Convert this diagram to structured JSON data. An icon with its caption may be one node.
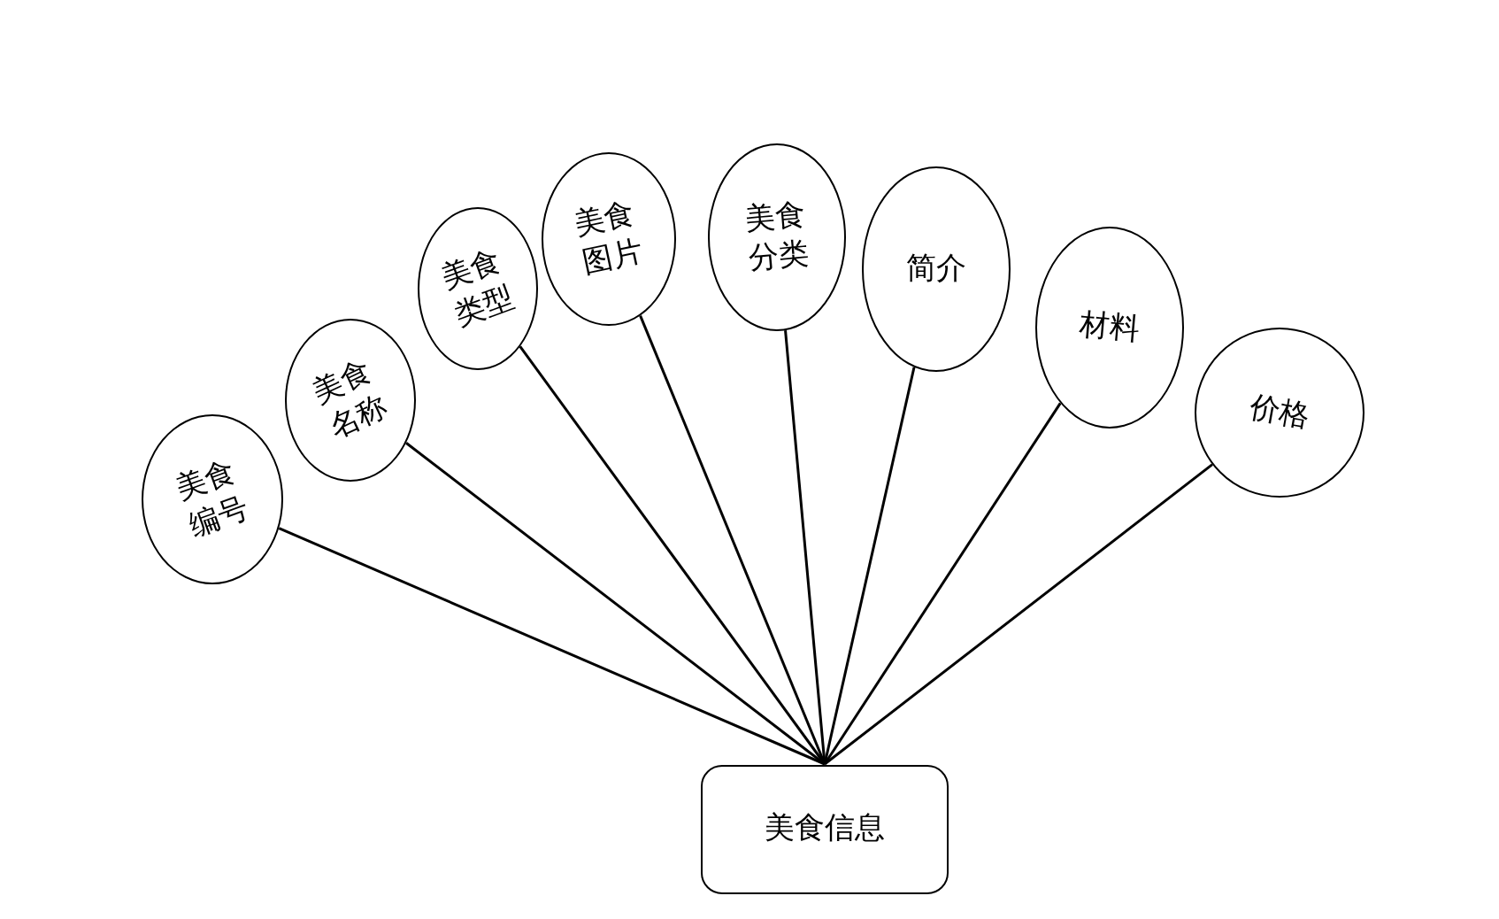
{
  "diagram": {
    "nodes": [
      {
        "text": [
          "美食编号"
        ]
      },
      {
        "text": [
          "美食名称"
        ]
      },
      {
        "text": [
          "美食类型"
        ]
      },
      {
        "text": [
          "美食图片"
        ]
      },
      {
        "text": [
          "美食分类"
        ]
      },
      {
        "text": [
          "简介"
        ]
      },
      {
        "text": [
          "材料"
        ]
      },
      {
        "text": [
          "价格"
        ]
      },
      {
        "text": [
          "美食信息"
        ]
      }
    ],
    "edges": [
      {
        "from": 8,
        "to": 0,
        "arrow": "none"
      },
      {
        "from": 8,
        "to": 1,
        "arrow": "none"
      },
      {
        "from": 8,
        "to": 2,
        "arrow": "none"
      },
      {
        "from": 8,
        "to": 3,
        "arrow": "none"
      },
      {
        "from": 8,
        "to": 4,
        "arrow": "none"
      },
      {
        "from": 8,
        "to": 5,
        "arrow": "none"
      },
      {
        "from": 8,
        "to": 6,
        "arrow": "none"
      },
      {
        "from": 8,
        "to": 7,
        "arrow": "none"
      }
    ]
  }
}
